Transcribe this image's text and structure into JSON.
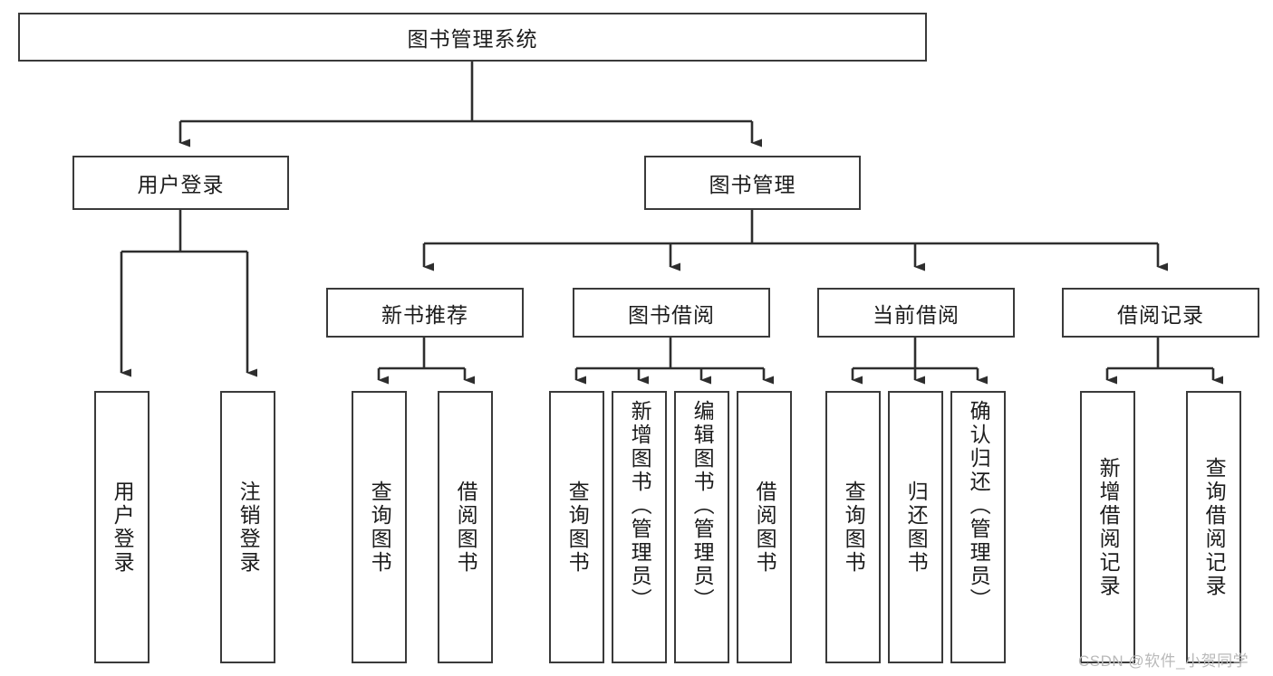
{
  "diagram": {
    "title": "图书管理系统",
    "root": {
      "label": "图书管理系统"
    },
    "level1": [
      {
        "label": "用户登录"
      },
      {
        "label": "图书管理"
      }
    ],
    "level2": [
      {
        "label": "新书推荐"
      },
      {
        "label": "图书借阅"
      },
      {
        "label": "当前借阅"
      },
      {
        "label": "借阅记录"
      }
    ],
    "leaves": {
      "user_login": [
        {
          "label": "用户登录"
        },
        {
          "label": "注销登录"
        }
      ],
      "new_book_recommend": [
        {
          "label": "查询图书"
        },
        {
          "label": "借阅图书"
        }
      ],
      "book_borrow": [
        {
          "label": "查询图书"
        },
        {
          "label": "新增图书（管理员）"
        },
        {
          "label": "编辑图书（管理员）"
        },
        {
          "label": "借阅图书"
        }
      ],
      "current_borrow": [
        {
          "label": "查询图书"
        },
        {
          "label": "归还图书"
        },
        {
          "label": "确认归还（管理员）"
        }
      ],
      "borrow_record": [
        {
          "label": "新增借阅记录"
        },
        {
          "label": "查询借阅记录"
        }
      ]
    },
    "watermark": "CSDN @软件_小贺同学",
    "colors": {
      "stroke": "#3a3a3a",
      "fill": "#ffffff",
      "text": "#1c1c1c",
      "watermark": "#b9b9b9"
    }
  }
}
